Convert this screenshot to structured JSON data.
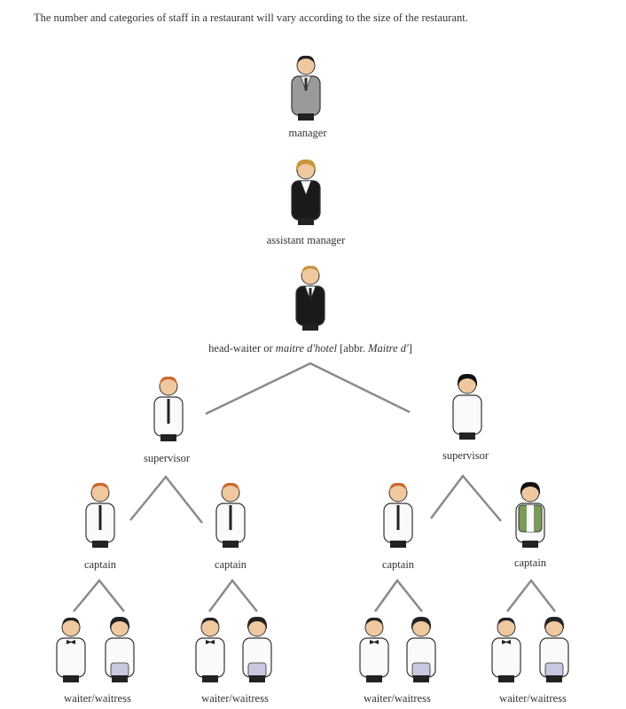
{
  "intro": "The number and categories of staff in a restaurant will vary according to the size of the restaurant.",
  "roles": {
    "manager": "manager",
    "assistant_manager": "assistant manager",
    "head_waiter": {
      "prefix": "head-waiter or ",
      "italic": "maitre d'hotel",
      "abbr_prefix": " [abbr. ",
      "abbr_italic": "Maitre d'",
      "suffix": "]"
    },
    "supervisors": [
      "supervisor",
      "supervisor"
    ],
    "captains": [
      "captain",
      "captain",
      "captain",
      "captain"
    ],
    "waiters": [
      "waiter/waitress",
      "waiter/waitress",
      "waiter/waitress",
      "waiter/waitress"
    ]
  },
  "colors": {
    "line": "#8a8a8a",
    "text": "#333333"
  }
}
